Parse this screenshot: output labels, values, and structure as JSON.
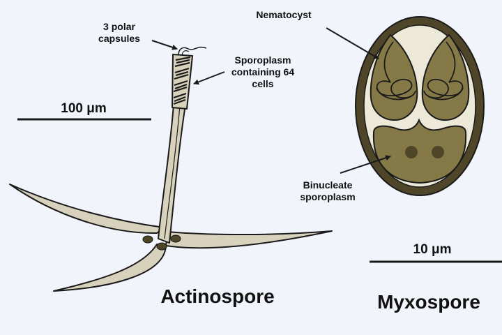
{
  "labels": {
    "polar_capsules": [
      "3 polar",
      "capsules"
    ],
    "sporoplasm_64": [
      "Sporoplasm",
      "containing 64",
      "cells"
    ],
    "nematocyst": "Nematocyst",
    "binucleate": [
      "Binucleate",
      "sporoplasm"
    ]
  },
  "scale_bars": {
    "actinospore": "100 μm",
    "myxospore": "10 μm"
  },
  "titles": {
    "actinospore": "Actinospore",
    "myxospore": "Myxospore"
  },
  "colors": {
    "background": "#f1f4fb",
    "outline": "#1a1a1a",
    "spore_body": "#d8d2bd",
    "olive_fill": "#857a47",
    "shell_dark": "#4f4629",
    "shell_light": "#ede9d8",
    "nucleus": "#4e4626"
  }
}
